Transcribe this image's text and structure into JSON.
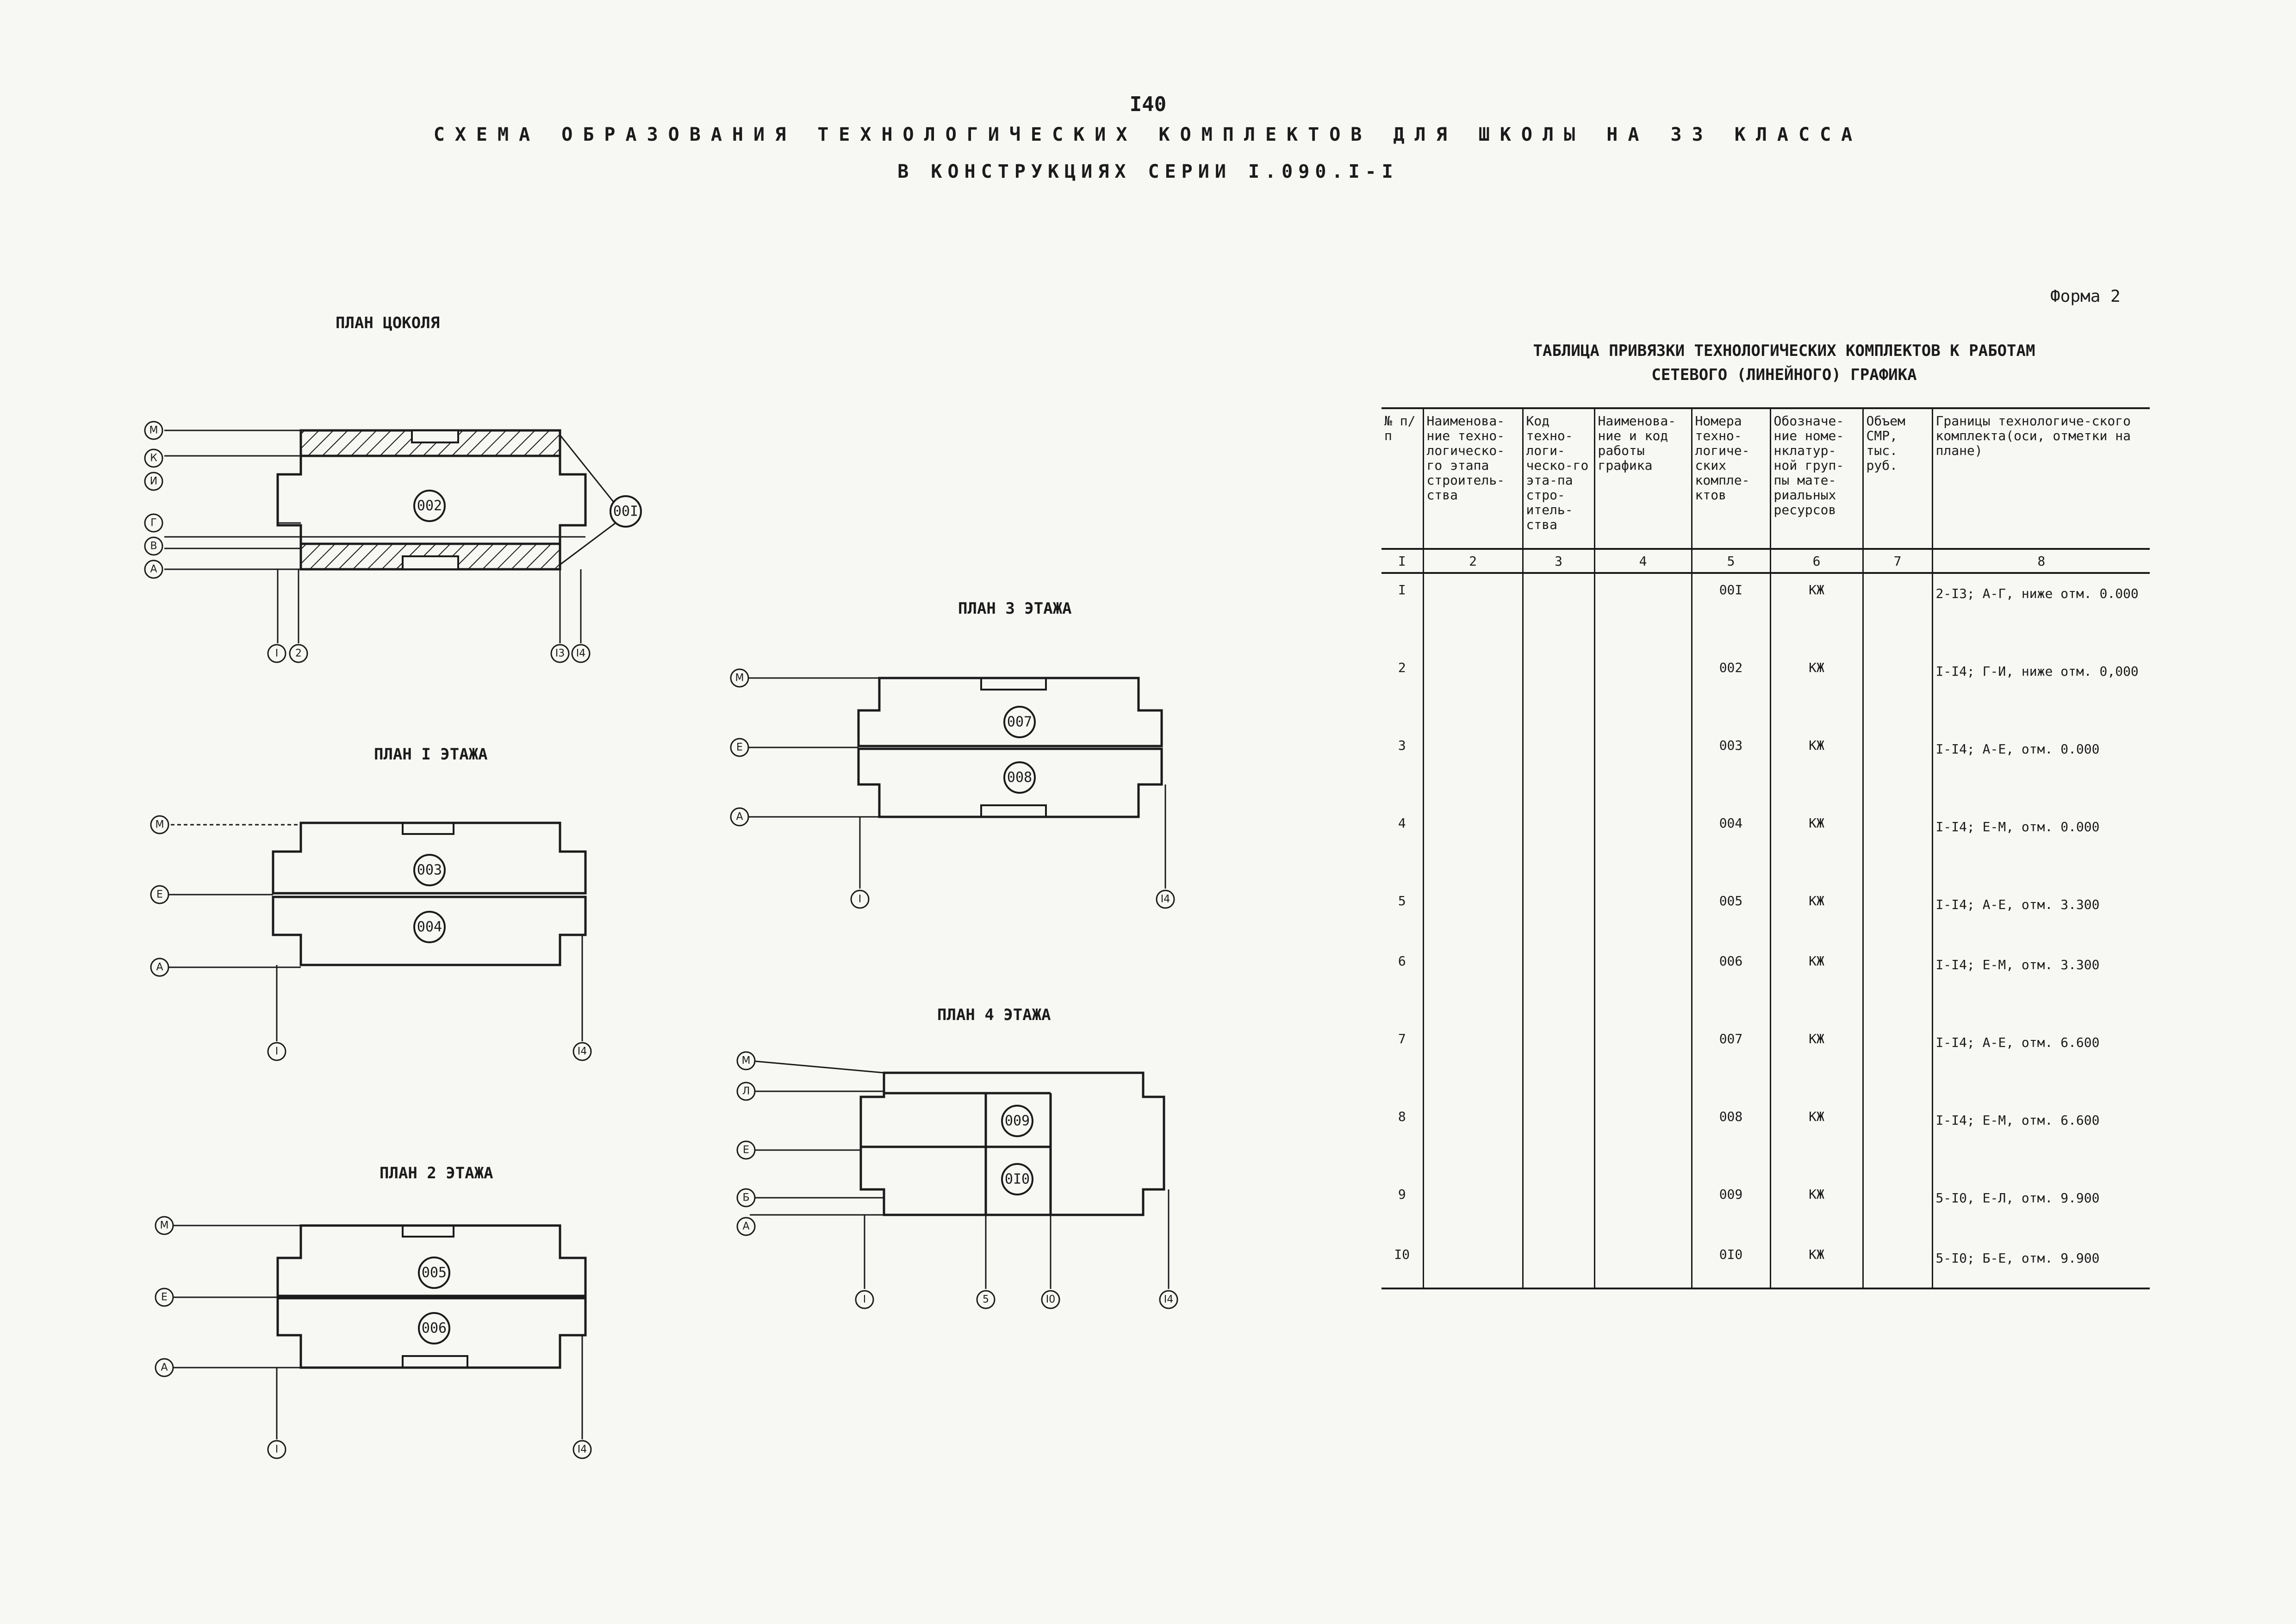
{
  "header": {
    "page_number": "I40",
    "title_line1": "СХЕМА ОБРАЗОВАНИЯ ТЕХНОЛОГИЧЕСКИХ КОМПЛЕКТОВ ДЛЯ ШКОЛЫ НА 33 КЛАССА",
    "title_line2": "В КОНСТРУКЦИЯХ СЕРИИ I.090.I-I"
  },
  "form_label": "Форма 2",
  "plans": {
    "basement": {
      "label": "ПЛАН ЦОКОЛЯ",
      "row_axes": [
        "М",
        "К",
        "И",
        "Г",
        "В",
        "А"
      ],
      "col_axes": [
        "I",
        "2",
        "I3",
        "I4"
      ],
      "kits": [
        "002",
        "00I"
      ]
    },
    "floor1": {
      "label": "ПЛАН I ЭТАЖА",
      "row_axes": [
        "М",
        "Е",
        "А"
      ],
      "col_axes": [
        "I",
        "I4"
      ],
      "kits": [
        "003",
        "004"
      ]
    },
    "floor2": {
      "label": "ПЛАН 2 ЭТАЖА",
      "row_axes": [
        "М",
        "Е",
        "А"
      ],
      "col_axes": [
        "I",
        "I4"
      ],
      "kits": [
        "005",
        "006"
      ]
    },
    "floor3": {
      "label": "ПЛАН 3 ЭТАЖА",
      "row_axes": [
        "М",
        "Е",
        "А"
      ],
      "col_axes": [
        "I",
        "I4"
      ],
      "kits": [
        "007",
        "008"
      ]
    },
    "floor4": {
      "label": "ПЛАН 4 ЭТАЖА",
      "row_axes": [
        "М",
        "Л",
        "Е",
        "Б",
        "А"
      ],
      "col_axes": [
        "I",
        "5",
        "I0",
        "I4"
      ],
      "kits": [
        "009",
        "0I0"
      ]
    }
  },
  "table": {
    "caption_line1": "ТАБЛИЦА ПРИВЯЗКИ ТЕХНОЛОГИЧЕСКИХ КОМПЛЕКТОВ К РАБОТАМ",
    "caption_line2": "СЕТЕВОГО (ЛИНЕЙНОГО) ГРАФИКА",
    "headers": [
      "№ п/п",
      "Наименова-ние техно-логическо-го этапа строитель-ства",
      "Код техно-логи-ческо-го эта-па стро-итель-ства",
      "Наименова-ние и код работы графика",
      "Номера техно-логиче-ских компле-ктов",
      "Обозначе-ние номе-нклатур-ной груп-пы мате-риальных ресурсов",
      "Объем СМР, тыс. руб.",
      "Границы технологиче-ского комплекта(оси, отметки на плане)"
    ],
    "column_numbers": [
      "I",
      "2",
      "3",
      "4",
      "5",
      "6",
      "7",
      "8"
    ],
    "rows": [
      {
        "n": "I",
        "kit": "00I",
        "group": "КЖ",
        "bounds": "2-I3; А-Г, ниже отм. 0.000"
      },
      {
        "n": "2",
        "kit": "002",
        "group": "КЖ",
        "bounds": "I-I4; Г-И, ниже отм. 0,000"
      },
      {
        "n": "3",
        "kit": "003",
        "group": "КЖ",
        "bounds": "I-I4; А-Е, отм. 0.000"
      },
      {
        "n": "4",
        "kit": "004",
        "group": "КЖ",
        "bounds": "I-I4; Е-М, отм. 0.000"
      },
      {
        "n": "5",
        "kit": "005",
        "group": "КЖ",
        "bounds": "I-I4; А-Е, отм. 3.300"
      },
      {
        "n": "6",
        "kit": "006",
        "group": "КЖ",
        "bounds": "I-I4; Е-М, отм. 3.300"
      },
      {
        "n": "7",
        "kit": "007",
        "group": "КЖ",
        "bounds": "I-I4; А-Е, отм. 6.600"
      },
      {
        "n": "8",
        "kit": "008",
        "group": "КЖ",
        "bounds": "I-I4; Е-М, отм. 6.600"
      },
      {
        "n": "9",
        "kit": "009",
        "group": "КЖ",
        "bounds": "5-I0, Е-Л, отм. 9.900"
      },
      {
        "n": "I0",
        "kit": "0I0",
        "group": "КЖ",
        "bounds": "5-I0; Б-Е, отм. 9.900"
      }
    ]
  }
}
